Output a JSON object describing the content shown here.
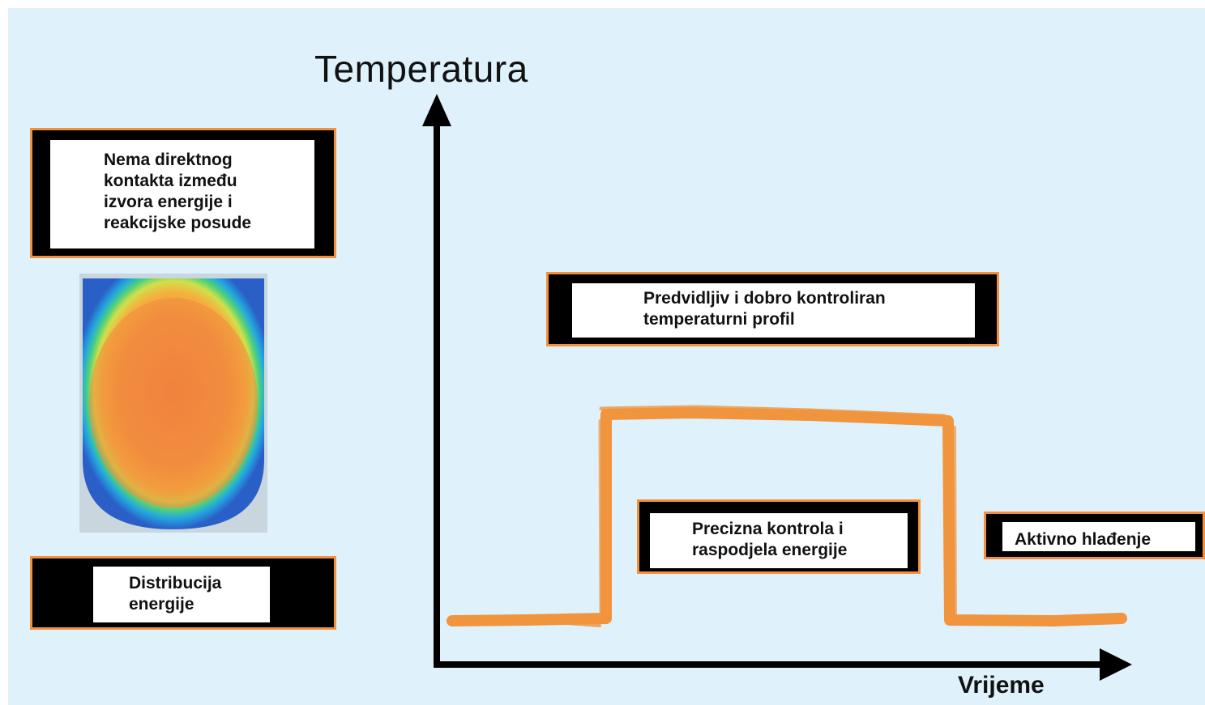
{
  "axes": {
    "y_label": "Temperatura",
    "x_label": "Vrijeme"
  },
  "labels": {
    "no_contact": "Nema direktnog\nkontakta između\nizvora energije i\nreakcijske posude",
    "distribution": "Distribucija\nenergije",
    "profile": "Predvidljiv i dobro kontroliran\ntemperaturni profil",
    "precise": "Precizna kontrola i\nraspodjela energije",
    "cooling": "Aktivno hlađenje"
  },
  "colors": {
    "background": "#dff1fb",
    "accent_orange": "#f2913d",
    "box_fill": "#000000",
    "text": "#111111"
  },
  "thermal_image": {
    "description_icon": "thermal-map-icon"
  }
}
